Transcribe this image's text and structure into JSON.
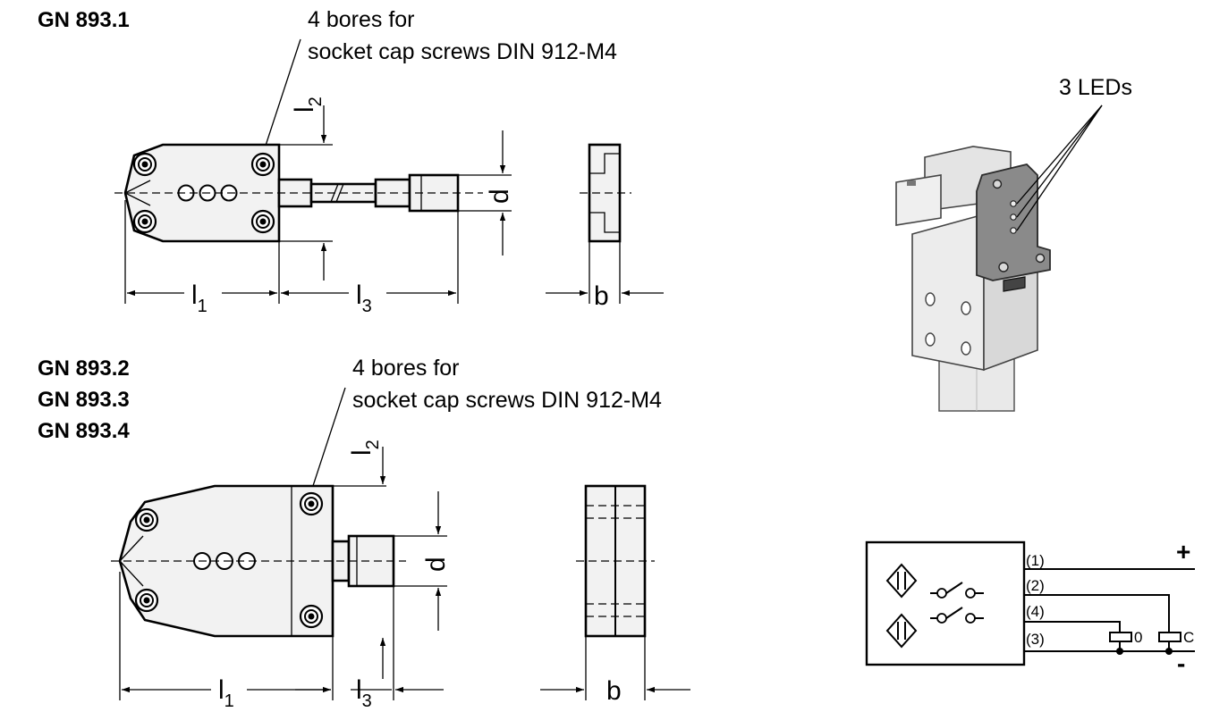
{
  "upper": {
    "titles": [
      "GN 893.1"
    ],
    "note": [
      "4 bores for",
      "socket cap screws DIN 912-M4"
    ],
    "dims": {
      "l1": "l",
      "l1_sub": "1",
      "l2": "l",
      "l2_sub": "2",
      "l3": "l",
      "l3_sub": "3",
      "d": "d",
      "b": "b"
    }
  },
  "lower": {
    "titles": [
      "GN 893.2",
      "GN 893.3",
      "GN 893.4"
    ],
    "note": [
      "4 bores for",
      "socket cap screws DIN 912-M4"
    ],
    "dims": {
      "l1": "l",
      "l1_sub": "1",
      "l2": "l",
      "l2_sub": "2",
      "l3": "l",
      "l3_sub": "3",
      "d": "d",
      "b": "b"
    }
  },
  "photo": {
    "leds_label": "3 LEDs"
  },
  "wiring": {
    "pins": [
      "(1)",
      "(2)",
      "(4)",
      "(3)"
    ],
    "plus": "+",
    "minus": "-",
    "load_labels": [
      "0",
      "C"
    ]
  }
}
